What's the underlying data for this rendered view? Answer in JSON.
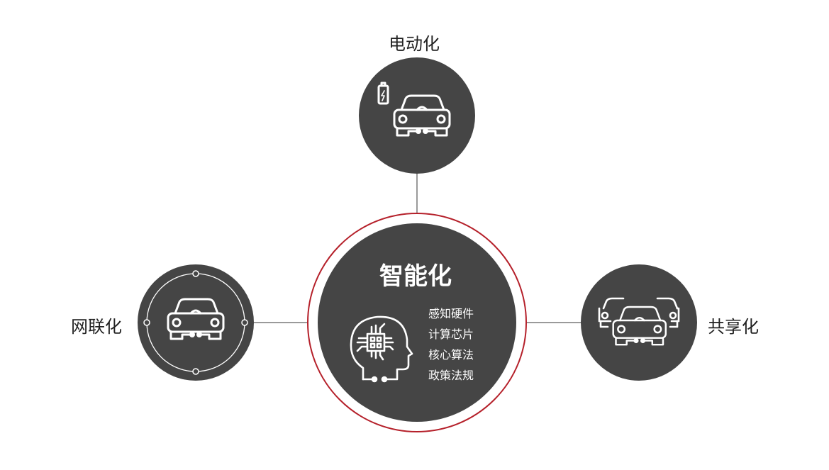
{
  "diagram": {
    "center": {
      "title": "智能化",
      "items": [
        "感知硬件",
        "计算芯片",
        "核心算法",
        "政策法规"
      ],
      "icon": "ai-head-chip-icon"
    },
    "nodes": {
      "top": {
        "label": "电动化",
        "icon": "electric-car-icon"
      },
      "left": {
        "label": "网联化",
        "icon": "connected-car-icon"
      },
      "right": {
        "label": "共享化",
        "icon": "shared-cars-icon"
      }
    },
    "colors": {
      "circle_fill": "#454545",
      "ring": "#b5202a",
      "connector": "#9a9a9a",
      "icon_stroke": "#ffffff"
    }
  }
}
